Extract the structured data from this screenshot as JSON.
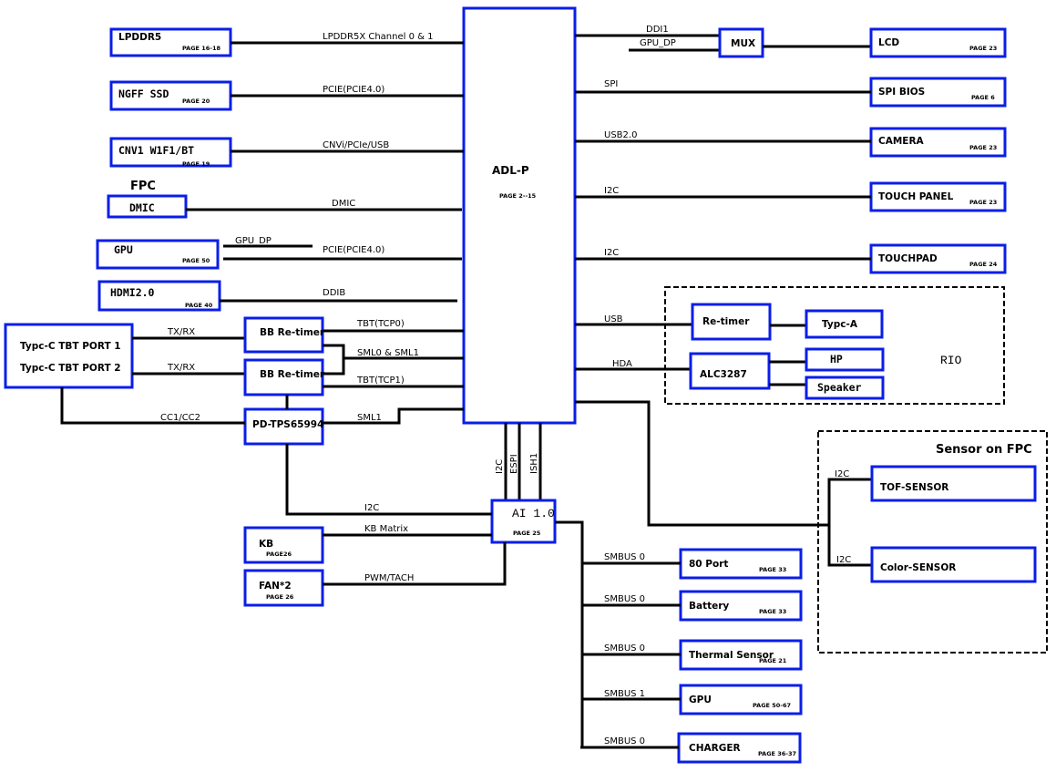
{
  "diagram": {
    "cpu": {
      "label": "ADL-P",
      "page": "PAGE 2--15"
    },
    "left_blocks": [
      {
        "id": "lpddr5",
        "label": "LPDDR5",
        "page": "PAGE 16-18",
        "signal": "LPDDR5X Channel 0 & 1"
      },
      {
        "id": "ngff-ssd",
        "label": "NGFF SSD",
        "page": "PAGE 20",
        "signal": "PCIE(PCIE4.0)"
      },
      {
        "id": "cnv-wifi",
        "label": "CNV1 W1F1/BT",
        "page": "PAGE 19",
        "signal": "CNVi/PCIe/USB"
      },
      {
        "id": "dmic",
        "label": "DMIC",
        "page": "",
        "signal": "DMIC"
      },
      {
        "id": "gpu",
        "label": "GPU",
        "page": "PAGE 50",
        "signal": "PCIE(PCIE4.0)",
        "signal2": "GPU_DP"
      },
      {
        "id": "hdmi",
        "label": "HDMI2.0",
        "page": "PAGE 40",
        "signal": "DDIB"
      }
    ],
    "fpc_label": "FPC",
    "typec": {
      "port1": "Typc-C TBT PORT 1",
      "port2": "Typc-C TBT PORT 2",
      "txrx1": "TX/RX",
      "txrx2": "TX/RX",
      "cc": "CC1/CC2",
      "retimer1": "BB Re-timer",
      "retimer2": "BB Re-timer",
      "pd": "PD-TPS65994",
      "tbt0": "TBT(TCP0)",
      "sml01": "SML0 & SML1",
      "tbt1": "TBT(TCP1)",
      "sml1": "SML1"
    },
    "ec": {
      "label": "AI 1.0",
      "page": "PAGE 25",
      "bus_i2c": "I2C",
      "bus_espi": "ESPI",
      "bus_ish": "ISH1",
      "pd_i2c": "I2C",
      "kb": {
        "label": "KB",
        "page": "PAGE26",
        "signal": "KB Matrix"
      },
      "fan": {
        "label": "FAN*2",
        "page": "PAGE 26",
        "signal": "PWM/TACH"
      }
    },
    "smbus_devices": [
      {
        "label": "80 Port",
        "page": "PAGE 33",
        "signal": "SMBUS 0"
      },
      {
        "label": "Battery",
        "page": "PAGE 33",
        "signal": "SMBUS 0"
      },
      {
        "label": "Thermal Sensor",
        "page": "PAGE 21",
        "signal": "SMBUS 0"
      },
      {
        "label": "GPU",
        "page": "PAGE 50-67",
        "signal": "SMBUS 1"
      },
      {
        "label": "CHARGER",
        "page": "PAGE 36-37",
        "signal": "SMBUS 0"
      }
    ],
    "right_blocks": [
      {
        "id": "lcd",
        "label": "LCD",
        "page": "PAGE 23",
        "signal": "DDI1"
      },
      {
        "id": "spi-bios",
        "label": "SPI BIOS",
        "page": "PAGE 6",
        "signal": "SPI"
      },
      {
        "id": "camera",
        "label": "CAMERA",
        "page": "PAGE 23",
        "signal": "USB2.0"
      },
      {
        "id": "touch-panel",
        "label": "TOUCH PANEL",
        "page": "PAGE 23",
        "signal": "I2C"
      },
      {
        "id": "touchpad",
        "label": "TOUCHPAD",
        "page": "PAGE 24",
        "signal": "I2C"
      }
    ],
    "mux": {
      "label": "MUX",
      "gpu_dp": "GPU_DP"
    },
    "rio": {
      "title": "RIO",
      "usb": "USB",
      "hda": "HDA",
      "retimer": "Re-timer",
      "typea": "Typc-A",
      "codec": "ALC3287",
      "hp": "HP",
      "speaker": "Speaker"
    },
    "sensor_fpc": {
      "title": "Sensor on FPC",
      "tof": "TOF-SENSOR",
      "color": "Color-SENSOR",
      "i2c_a": "I2C",
      "i2c_b": "I2C"
    }
  }
}
